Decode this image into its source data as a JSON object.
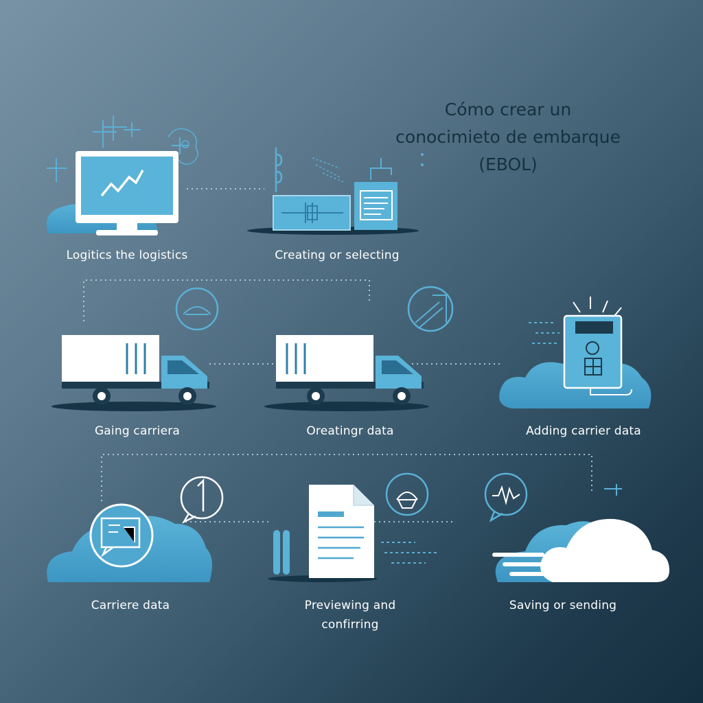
{
  "title": {
    "line1": "Cómo crear un",
    "line2": "conocimieto de embarque",
    "line3": "(EBOL)"
  },
  "steps": [
    {
      "label": "Logitics the logistics",
      "icon": "monitor-chart-icon"
    },
    {
      "label": "Creating or selecting",
      "icon": "building-document-icon"
    },
    {
      "label": "Gaing carriera",
      "icon": "delivery-truck-icon"
    },
    {
      "label": "Oreatingr data",
      "icon": "delivery-truck-icon"
    },
    {
      "label": "Adding carrier data",
      "icon": "device-cloud-icon"
    },
    {
      "label": "Carriere data",
      "icon": "cloud-chat-icon"
    },
    {
      "label_line1": "Previewing and",
      "label_line2": "confirring",
      "icon": "document-icon"
    },
    {
      "label": "Saving or sending",
      "icon": "clouds-icon"
    }
  ],
  "colors": {
    "accent": "#4fa8d0",
    "accent_dark": "#2e7fa8",
    "white": "#ffffff",
    "title": "#16313f"
  }
}
